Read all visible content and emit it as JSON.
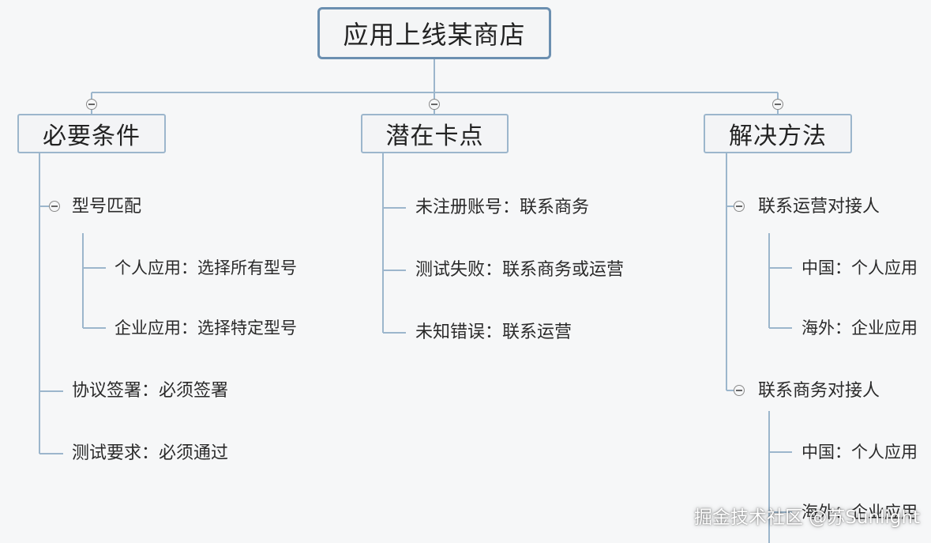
{
  "root": {
    "label": "应用上线某商店"
  },
  "branches": [
    {
      "label": "必要条件",
      "items": [
        {
          "label": "型号匹配",
          "children": [
            "个人应用：选择所有型号",
            "企业应用：选择特定型号"
          ]
        },
        {
          "label": "协议签署：必须签署"
        },
        {
          "label": "测试要求：必须通过"
        }
      ]
    },
    {
      "label": "潜在卡点",
      "items": [
        {
          "label": "未注册账号：联系商务"
        },
        {
          "label": "测试失败：联系商务或运营"
        },
        {
          "label": "未知错误：联系运营"
        }
      ]
    },
    {
      "label": "解决方法",
      "items": [
        {
          "label": "联系运营对接人",
          "children": [
            "中国：个人应用",
            "海外：企业应用"
          ]
        },
        {
          "label": "联系商务对接人",
          "children": [
            "中国：个人应用",
            "海外：企业应用"
          ]
        }
      ]
    }
  ],
  "watermark": "掘金技术社区 @苏Sunlight"
}
